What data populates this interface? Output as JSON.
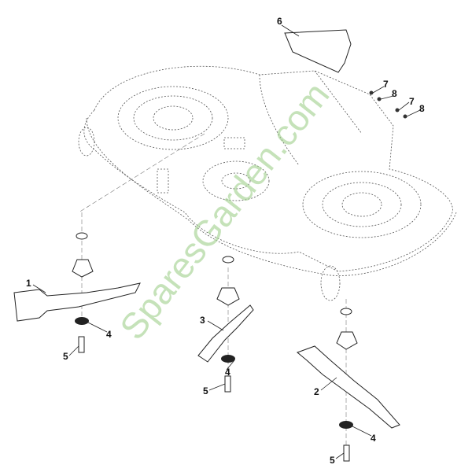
{
  "diagram": {
    "watermark": "SparesGarden.com",
    "labels": {
      "blade_left": "1",
      "blade_right": "2",
      "blade_center": "3",
      "washer": "4",
      "bolt": "5",
      "chute_cover": "6",
      "nut": "7",
      "washer_small": "8"
    },
    "accent_color": "#9fd08c"
  }
}
